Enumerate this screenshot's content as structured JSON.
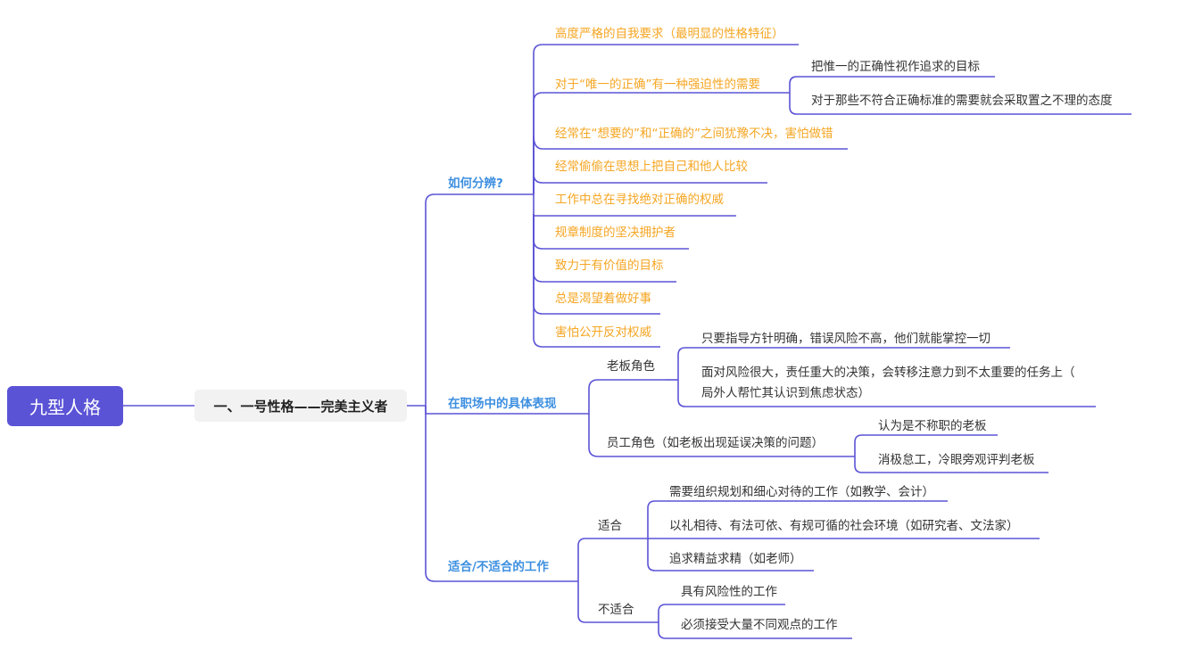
{
  "root": {
    "label": "九型人格"
  },
  "topic": {
    "label": "一、一号性格——完美主义者"
  },
  "branches": {
    "identify": {
      "label": "如何分辨?",
      "items": [
        "高度严格的自我要求（最明显的性格特征）",
        "对于“唯一的正确”有一种强迫性的需要",
        "经常在“想要的”和“正确的”之间犹豫不决，害怕做错",
        "经常偷偷在思想上把自己和他人比较",
        "工作中总在寻找绝对正确的权威",
        "规章制度的坚决拥护者",
        "致力于有价值的目标",
        "总是渴望着做好事",
        "害怕公开反对权威"
      ],
      "sub_of_item_2": [
        "把惟一的正确性视作追求的目标",
        "对于那些不符合正确标准的需要就会采取置之不理的态度"
      ]
    },
    "workplace": {
      "label": "在职场中的具体表现",
      "boss": {
        "label": "老板角色",
        "items": [
          "只要指导方针明确，错误风险不高，他们就能掌控一切",
          "面对风险很大，责任重大的决策，会转移注意力到不太重要的任务上（",
          "局外人帮忙其认识到焦虑状态）"
        ]
      },
      "employee": {
        "label": "员工角色（如老板出现延误决策的问题）",
        "items": [
          "认为是不称职的老板",
          "消极怠工，冷眼旁观评判老板"
        ]
      }
    },
    "jobs": {
      "label": "适合/不适合的工作",
      "suitable": {
        "label": "适合",
        "items": [
          "需要组织规划和细心对待的工作（如教学、会计）",
          "以礼相待、有法可依、有规可循的社会环境（如研究者、文法家）",
          "追求精益求精（如老师）"
        ]
      },
      "unsuitable": {
        "label": "不适合",
        "items": [
          "具有风险性的工作",
          "必须接受大量不同观点的工作"
        ]
      }
    }
  },
  "colors": {
    "line": "#5b53d6",
    "root_bg": "#5b53d6",
    "orange_text": "#f5a623",
    "blue_text": "#3d8fe0"
  }
}
